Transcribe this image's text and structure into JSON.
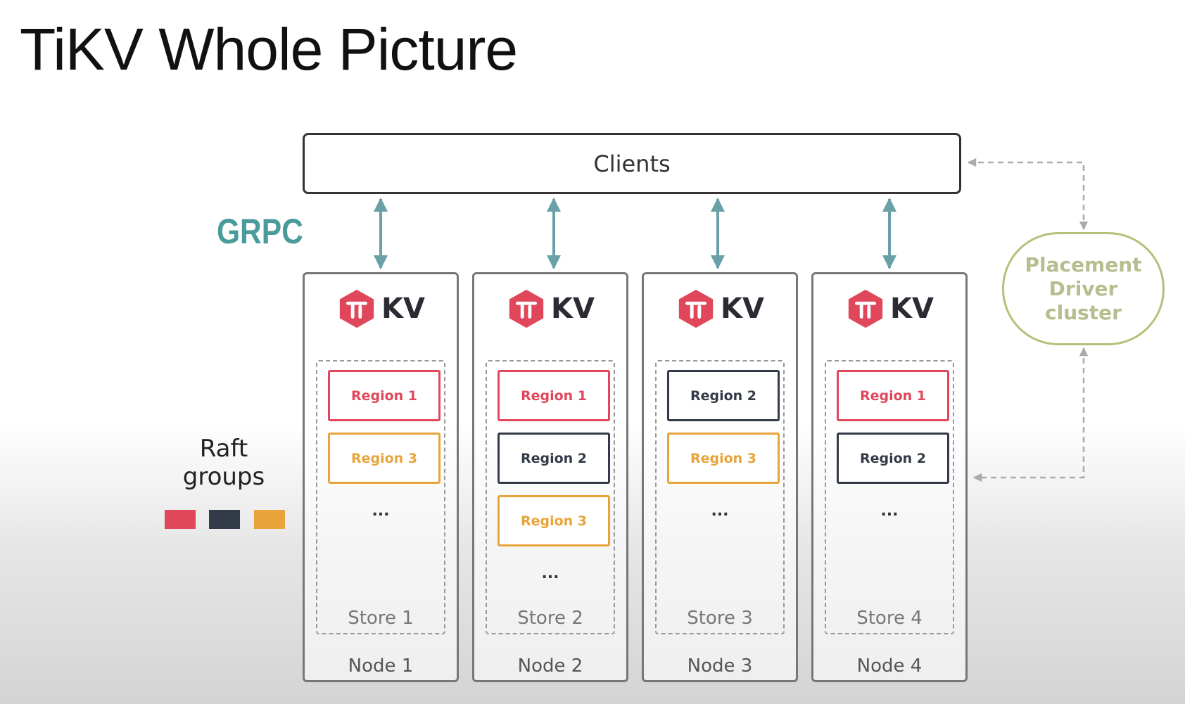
{
  "title": "TiKV Whole Picture",
  "clients": "Clients",
  "grpc_logo": "GRPC",
  "logo_text": "KV",
  "placement_driver": [
    "Placement",
    "Driver",
    "cluster"
  ],
  "raft_groups": {
    "label": [
      "Raft",
      "groups"
    ],
    "colors": [
      "#e0475a",
      "#333a48",
      "#e8a33a"
    ]
  },
  "ellipsis": "...",
  "nodes": [
    {
      "label": "Node 1",
      "store": "Store 1",
      "regions": [
        {
          "label": "Region 1",
          "group": 1
        },
        {
          "label": "Region 3",
          "group": 3
        }
      ]
    },
    {
      "label": "Node 2",
      "store": "Store 2",
      "regions": [
        {
          "label": "Region 1",
          "group": 1
        },
        {
          "label": "Region 2",
          "group": 2
        },
        {
          "label": "Region 3",
          "group": 3
        }
      ]
    },
    {
      "label": "Node 3",
      "store": "Store 3",
      "regions": [
        {
          "label": "Region 2",
          "group": 2
        },
        {
          "label": "Region 3",
          "group": 3
        }
      ]
    },
    {
      "label": "Node 4",
      "store": "Store 4",
      "regions": [
        {
          "label": "Region 1",
          "group": 1
        },
        {
          "label": "Region 2",
          "group": 2
        }
      ]
    }
  ]
}
